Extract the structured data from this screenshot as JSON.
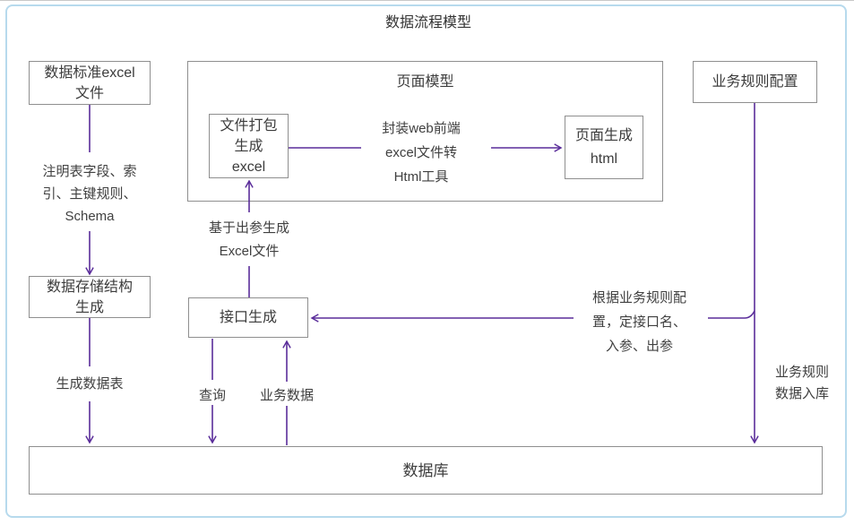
{
  "diagram": {
    "title": "数据流程模型",
    "boxes": {
      "data_standard_excel": "数据标准excel\n文件",
      "page_model": "页面模型",
      "file_package": "文件打包\n生成\nexcel",
      "page_generate_html": "页面生成\nhtml",
      "business_rule_config": "业务规则配置",
      "data_storage_structure": "数据存储结构\n生成",
      "api_generate": "接口生成",
      "database": "数据库"
    },
    "edge_labels": {
      "annotate_fields": "注明表字段、索\n引、主键规则、\nSchema",
      "generate_data_table": "生成数据表",
      "based_on_output_params": "基于出参生成\nExcel文件",
      "wrap_web_frontend": "封装web前端\nexcel文件转\nHtml工具",
      "query": "查询",
      "business_data": "业务数据",
      "per_business_rule": "根据业务规则配\n置，定接口名、\n入参、出参",
      "business_rule_into_db": "业务规则\n数据入库"
    },
    "colors": {
      "arrow": "#5a2d9a",
      "box_border": "#8f8f8f",
      "text": "#3c3c3c",
      "frame_border": "#b7daed",
      "background": "#ffffff"
    }
  }
}
